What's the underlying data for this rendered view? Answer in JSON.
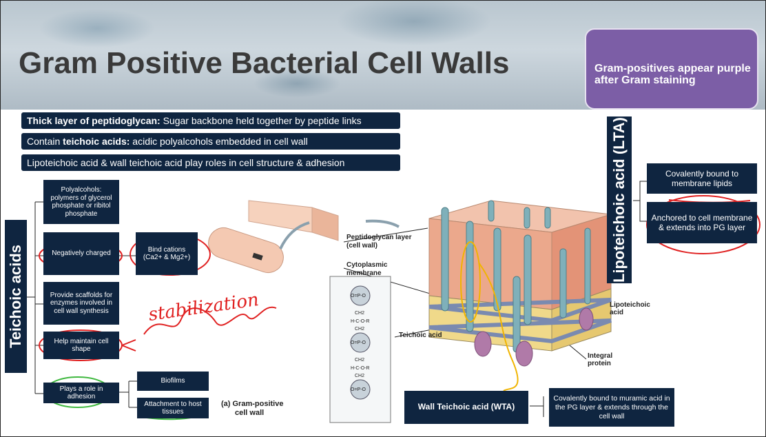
{
  "header": {
    "title": "Gram Positive Bacterial Cell Walls",
    "callout": "Gram-positives appear purple after Gram staining"
  },
  "bars": {
    "b1_bold": "Thick layer of peptidoglycan:",
    "b1_rest": " Sugar backbone held together by peptide links",
    "b2_pre": "Contain ",
    "b2_bold": "teichoic acids:",
    "b2_rest": " acidic polyalcohols embedded in cell wall",
    "b3": "Lipoteichoic acid & wall teichoic acid play roles in cell structure & adhesion"
  },
  "teichoic": {
    "label": "Teichoic acids",
    "polyalcohols": "Polyalcohols: polymers of glycerol phosphate or ribitol phosphate",
    "negative": "Negatively charged",
    "bind_cations": "Bind cations (Ca2+ & Mg2+)",
    "scaffolds": "Provide scaffolds for enzymes involved in cell wall synthesis",
    "shape": "Help maintain cell shape",
    "adhesion": "Plays a role in adhesion",
    "biofilms": "Biofilms",
    "attachment": "Attachment to host tissues"
  },
  "lta": {
    "label": "Lipoteichoic acid (LTA)",
    "covalent": "Covalently bound to membrane lipids",
    "anchored": "Anchored to cell membrane & extends into PG layer"
  },
  "wta": {
    "label": "Wall Teichoic acid (WTA)",
    "desc": "Covalently bound to muramic acid in the PG layer & extends through the cell wall"
  },
  "figure": {
    "pg_layer": "Peptidoglycan layer",
    "pg_layer2": "(cell wall)",
    "cyto": "Cytoplasmic",
    "cyto2": "membrane",
    "teichoic_acid": "Teichoic acid",
    "lipoteichoic": "Lipoteichoic",
    "lipoteichoic2": "acid",
    "integral": "Integral",
    "integral2": "protein",
    "caption1": "(a) Gram-positive",
    "caption2": "cell wall",
    "chem_p": "O=P-O",
    "chem_ch2": "CH2",
    "chem_hcor": "H-C-O-R"
  },
  "annotation": {
    "handwriting": "stabilization"
  },
  "colors": {
    "navy": "#0f2540",
    "purple": "#7c5ea6",
    "red_ink": "#e02020",
    "green_ink": "#3fb83f",
    "yellow_ink": "#f0b400"
  }
}
